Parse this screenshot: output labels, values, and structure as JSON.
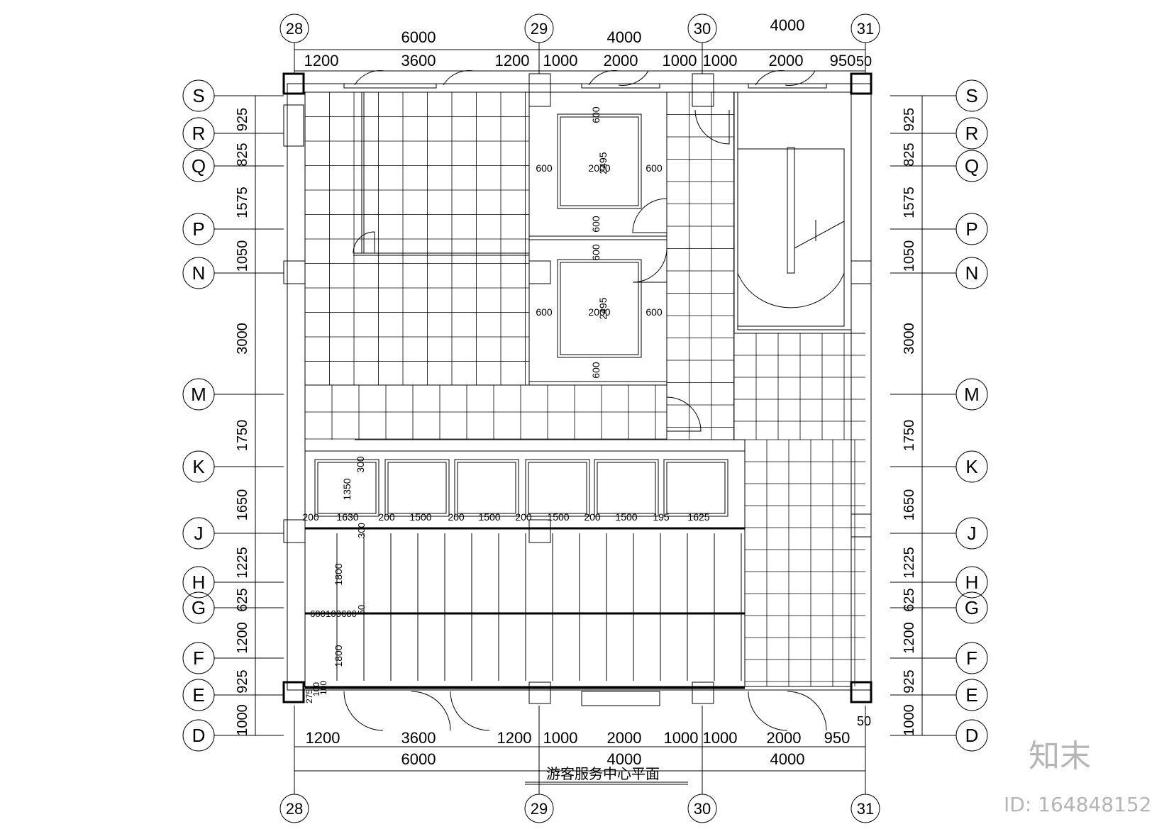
{
  "drawing": {
    "title": "游客服务中心平面",
    "columns": [
      "28",
      "29",
      "30",
      "31"
    ],
    "rows": [
      "S",
      "R",
      "Q",
      "P",
      "N",
      "M",
      "K",
      "J",
      "H",
      "G",
      "F",
      "E",
      "D"
    ],
    "top_dims_row1": [
      "6000",
      "4000",
      "4000"
    ],
    "top_dims_row2": [
      "1200",
      "3600",
      "1200",
      "1000",
      "2000",
      "1000",
      "1000",
      "2000",
      "950"
    ],
    "top_dims_extra": "50",
    "bottom_dims_row1": [
      "1200",
      "3600",
      "1200",
      "1000",
      "2000",
      "1000",
      "1000",
      "2000",
      "950"
    ],
    "bottom_dims_row2": [
      "6000",
      "4000",
      "4000"
    ],
    "bottom_dims_extra": "50",
    "side_dims": [
      "925",
      "825",
      "1575",
      "1050",
      "3000",
      "1750",
      "1650",
      "1225",
      "625",
      "1200",
      "925",
      "1000"
    ],
    "inner_dims_top_room": [
      "600",
      "2000",
      "600",
      "600",
      "2495",
      "600"
    ],
    "inner_dims_mid_room": [
      "600",
      "2000",
      "600",
      "600",
      "2495",
      "600"
    ],
    "ceiling_row_dims": [
      "200",
      "1630",
      "200",
      "1500",
      "200",
      "1500",
      "200",
      "1500",
      "200",
      "1500",
      "195",
      "1625"
    ],
    "ceiling_height_dims": [
      "1350",
      "300"
    ],
    "lower_dims": [
      "1800",
      "1800",
      "600",
      "100",
      "600",
      "300",
      "50"
    ],
    "corner_dims": [
      "275",
      "100",
      "100"
    ]
  },
  "watermark": {
    "logo": "知末",
    "id_text": "ID: 164848152"
  }
}
